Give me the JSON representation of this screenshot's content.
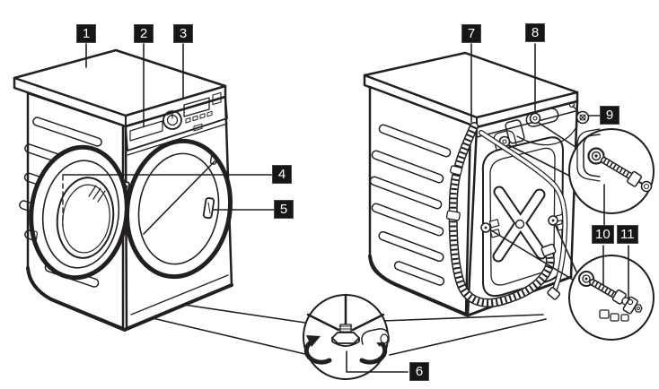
{
  "diagram": {
    "description": "Washing machine parts overview: front view, rear view, adjustable foot detail and transport bolt details",
    "background_color": "#ffffff",
    "line_color": "#231f20",
    "callout_bg": "#161616",
    "callout_text_color": "#ffffff"
  },
  "callouts": [
    {
      "number": "1"
    },
    {
      "number": "2"
    },
    {
      "number": "3"
    },
    {
      "number": "4"
    },
    {
      "number": "5"
    },
    {
      "number": "6"
    },
    {
      "number": "7"
    },
    {
      "number": "8"
    },
    {
      "number": "9"
    },
    {
      "number": "10"
    },
    {
      "number": "11"
    }
  ]
}
